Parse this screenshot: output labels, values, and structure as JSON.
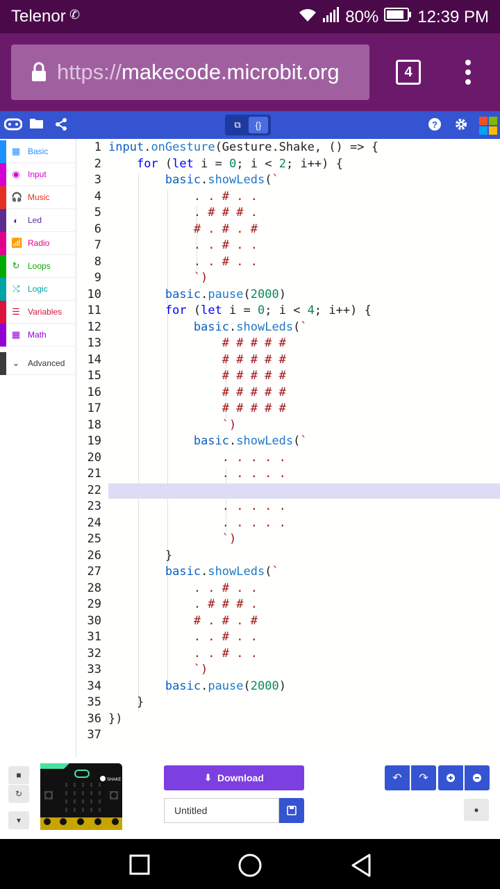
{
  "status": {
    "carrier": "Telenor",
    "battery": "80%",
    "time": "12:39 PM"
  },
  "browser": {
    "url_scheme": "https://",
    "url_host": "makecode.microbit.org",
    "tab_count": "4"
  },
  "header": {
    "toggle_blocks": "⧉",
    "toggle_js": "{}"
  },
  "categories": [
    {
      "label": "Basic",
      "color": "#1e90ff"
    },
    {
      "label": "Input",
      "color": "#d400d4"
    },
    {
      "label": "Music",
      "color": "#e63022"
    },
    {
      "label": "Led",
      "color": "#5c2d91"
    },
    {
      "label": "Radio",
      "color": "#e3008c"
    },
    {
      "label": "Loops",
      "color": "#00aa00"
    },
    {
      "label": "Logic",
      "color": "#00a4a6"
    },
    {
      "label": "Variables",
      "color": "#dc143c"
    },
    {
      "label": "Math",
      "color": "#9400d3"
    },
    {
      "label": "Advanced",
      "color": "#3c3c3c"
    }
  ],
  "code": [
    "input.onGesture(Gesture.Shake, () => {",
    "    for (let i = 0; i < 2; i++) {",
    "        basic.showLeds(`",
    "            . . # . .",
    "            . # # # .",
    "            # . # . #",
    "            . . # . .",
    "            . . # . .",
    "            `)",
    "        basic.pause(2000)",
    "        for (let i = 0; i < 4; i++) {",
    "            basic.showLeds(`",
    "                # # # # #",
    "                # # # # #",
    "                # # # # #",
    "                # # # # #",
    "                # # # # #",
    "                `)",
    "            basic.showLeds(`",
    "                . . . . .",
    "                . . . . .",
    "                . . . . .",
    "                . . . . .",
    "                . . . . .",
    "                `)",
    "        }",
    "        basic.showLeds(`",
    "            . . # . .",
    "            . # # # .",
    "            # . # . #",
    "            . . # . .",
    "            . . # . .",
    "            `)",
    "        basic.pause(2000)",
    "    }",
    "})",
    ""
  ],
  "footer": {
    "download_label": "Download",
    "project_name": "Untitled",
    "sim_label": "SHAKE"
  }
}
